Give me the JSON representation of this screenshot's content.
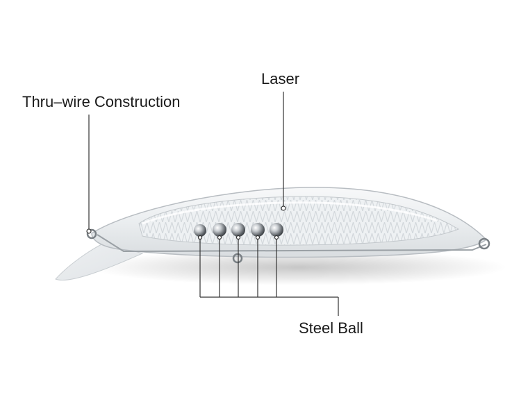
{
  "labels": {
    "thru_wire": "Thru–wire Construction",
    "laser": "Laser",
    "steel_ball": "Steel Ball"
  },
  "steel_ball_count": 5,
  "colors": {
    "background": "#ffffff",
    "text": "#1a1a1a",
    "leader_line": "#333333",
    "lure_body": "#e9ecef",
    "lure_outline": "#b8bdc2",
    "steel": "#8a8f94"
  }
}
